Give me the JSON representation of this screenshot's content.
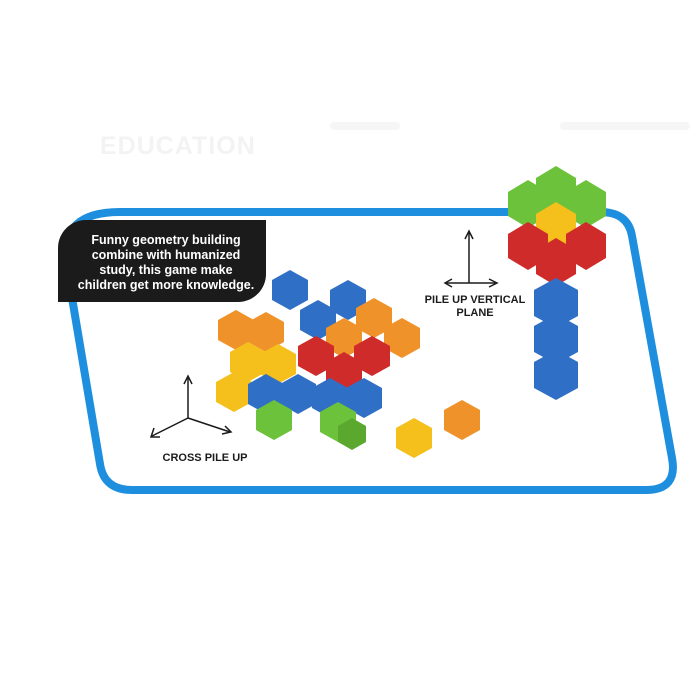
{
  "watermark": "EDUCATION",
  "callout": {
    "line1": "Funny geometry building",
    "line2": "combine with humanized",
    "line3": "study, this game make",
    "line4": "children get more knowledge."
  },
  "labels": {
    "cross": "CROSS PILE UP",
    "vertical_line1": "PILE UP VERTICAL",
    "vertical_line2": "PLANE"
  },
  "colors": {
    "frame_blue": "#1e8fde",
    "hex_blue": "#2f6fc6",
    "hex_red": "#cf2b2b",
    "hex_orange": "#f0922a",
    "hex_yellow": "#f5bf1c",
    "hex_green": "#6cc23a",
    "callout_bg": "#1b1b1b"
  }
}
